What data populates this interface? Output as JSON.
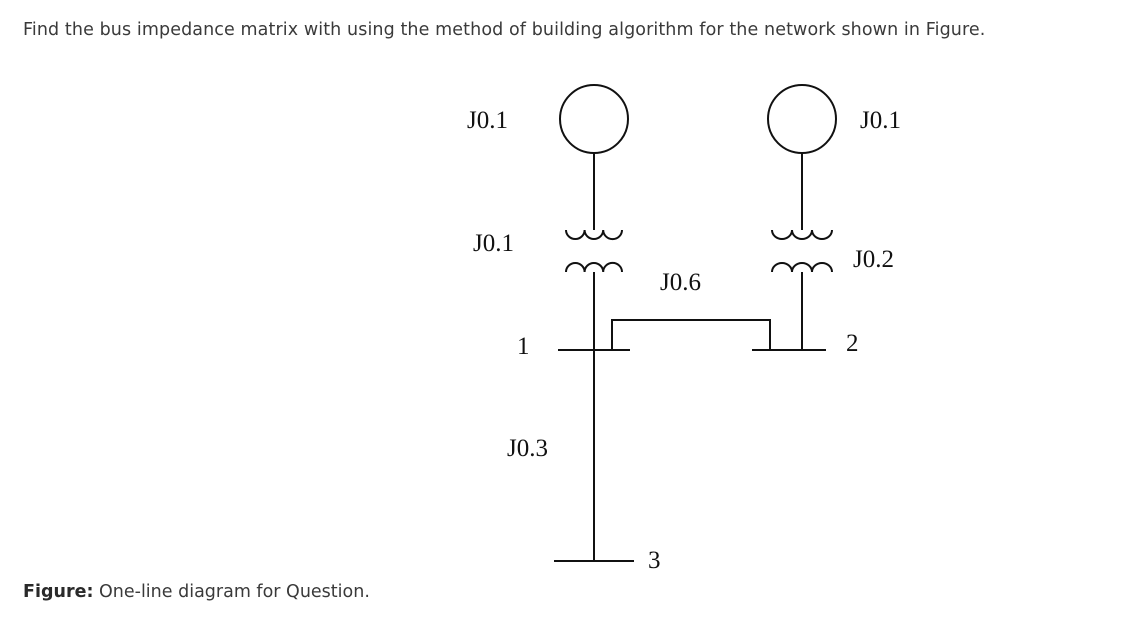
{
  "question": {
    "text": "Find the bus impedance matrix with using the method of building algorithm for the network shown in Figure."
  },
  "diagram": {
    "gen1_reactance": "J0.1",
    "gen2_reactance": "J0.1",
    "tx1_reactance": "J0.1",
    "tx2_reactance": "J0.2",
    "line12_reactance": "J0.6",
    "line13_reactance": "J0.3",
    "bus1_label": "1",
    "bus2_label": "2",
    "bus3_label": "3"
  },
  "caption": {
    "prefix": "Figure:",
    "text": " One-line diagram for Question."
  }
}
